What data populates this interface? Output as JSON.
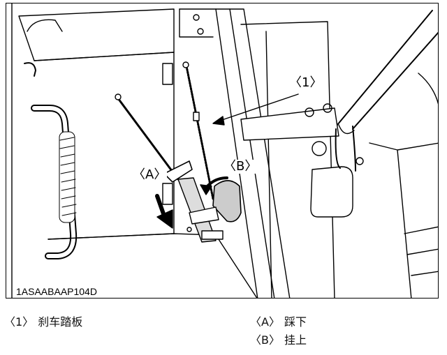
{
  "figure": {
    "id_label": "1ASAABAAP104D",
    "callouts": {
      "part_1": "〈1〉",
      "action_a": "〈A〉",
      "action_b": "〈B〉"
    }
  },
  "legend": [
    {
      "key": "〈1〉",
      "text": "刹车踏板"
    },
    {
      "key": "〈A〉",
      "text": "踩下"
    },
    {
      "key": "〈B〉",
      "text": "挂上"
    }
  ]
}
